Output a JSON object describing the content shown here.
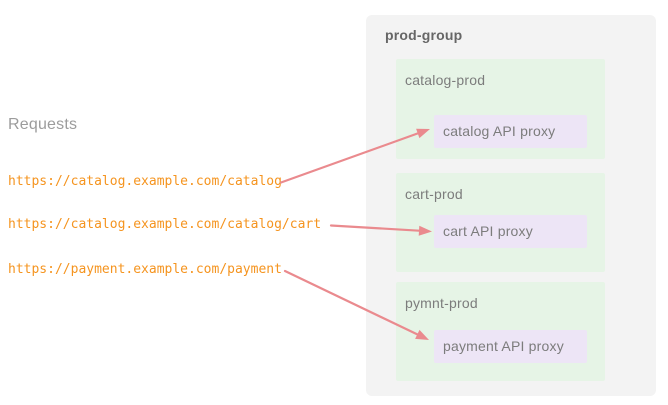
{
  "requests": {
    "heading": "Requests",
    "urls": [
      "https://catalog.example.com/catalog",
      "https://catalog.example.com/catalog/cart",
      "https://payment.example.com/payment"
    ]
  },
  "group": {
    "label": "prod-group",
    "environments": [
      {
        "name": "catalog-prod",
        "proxy_label": "catalog API proxy"
      },
      {
        "name": "cart-prod",
        "proxy_label": "cart API proxy"
      },
      {
        "name": "pymnt-prod",
        "proxy_label": "payment API proxy"
      }
    ]
  },
  "colors": {
    "url_text": "#f5941f",
    "arrow": "#ea8a8e",
    "panel_bg": "#f3f3f3",
    "env_bg": "#e6f4e6",
    "proxy_bg": "#ede5f6",
    "box_label_text": "#7c7c7c",
    "heading_text": "#9c9c9c",
    "group_label_text": "#666666"
  }
}
